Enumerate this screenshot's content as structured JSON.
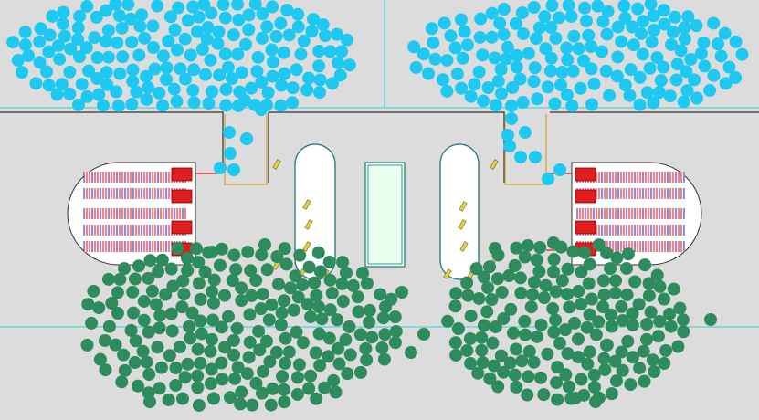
{
  "scene": {
    "background": "#dcdcdc",
    "colors": {
      "top_crowd": "#1ec8f0",
      "bottom_crowd": "#2e8b5e",
      "guide_line": "#2fd0d8",
      "wall_line": "#333333",
      "gate_outline": "#c8a23a",
      "machine_red": "#e01e1e",
      "machine_blue": "#1e2ed0",
      "pod_fill": "#ffffff",
      "pod_outline": "#1a7a7a",
      "center_panel": "#e8fff0",
      "accent_yellow": "#e8d23a"
    },
    "crowds": {
      "top_left_count": 190,
      "top_right_count": 190,
      "bottom_left_count": 230,
      "bottom_right_count": 170
    },
    "icons": [
      "crowd-agent-icon",
      "ticket-machine-icon",
      "gate-icon",
      "waypoint-icon"
    ]
  }
}
